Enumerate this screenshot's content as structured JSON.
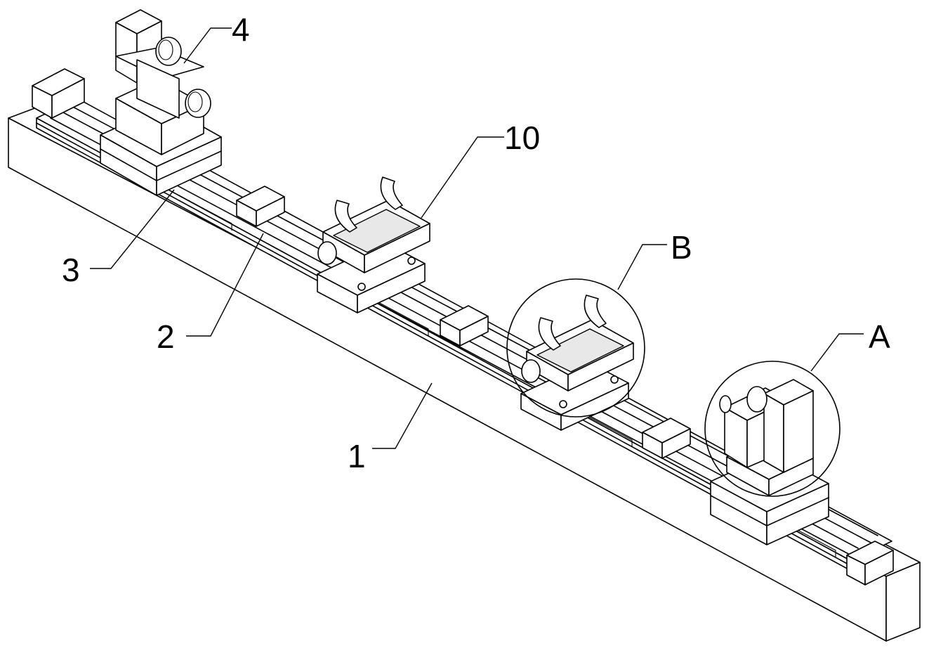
{
  "labels": {
    "base": "1",
    "rail": "2",
    "slider": "3",
    "motor_unit": "4",
    "clamp_fixture": "10",
    "detail_a": "A",
    "detail_b": "B"
  }
}
